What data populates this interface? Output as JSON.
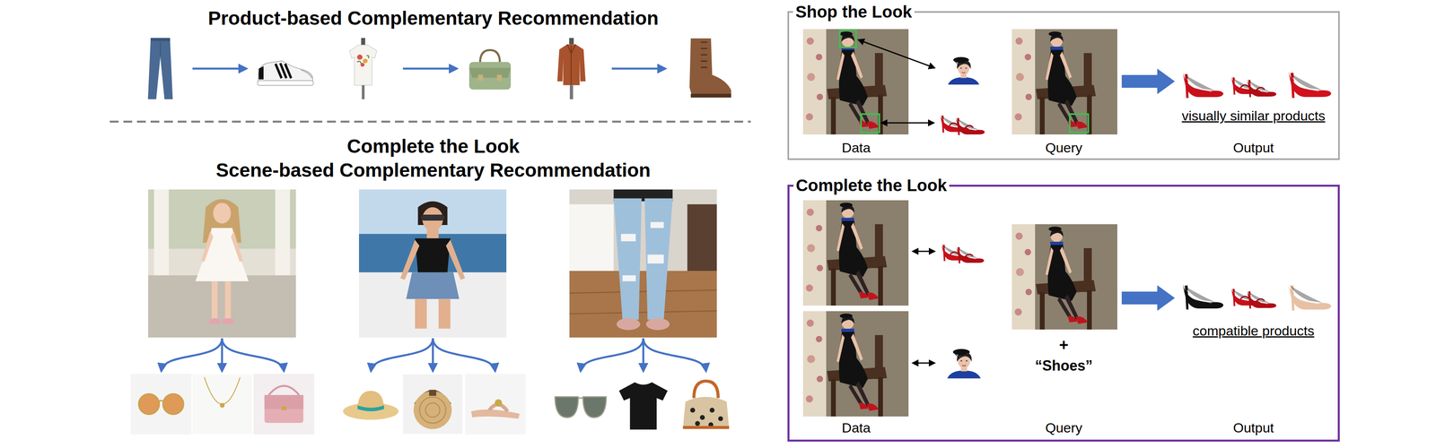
{
  "diagram": {
    "nodes": [
      {
        "text": [
          "Shop the Look",
          "Data",
          "Query",
          "Output",
          "visually similar products"
        ]
      },
      {
        "text": [
          "Complete the Look",
          "Data",
          "Query",
          "+",
          "“Shoes”",
          "Output",
          "compatible products"
        ]
      }
    ],
    "labels": [
      "Product-based Complementary Recommendation",
      "Complete the Look",
      "Scene-based Complementary Recommendation"
    ]
  }
}
